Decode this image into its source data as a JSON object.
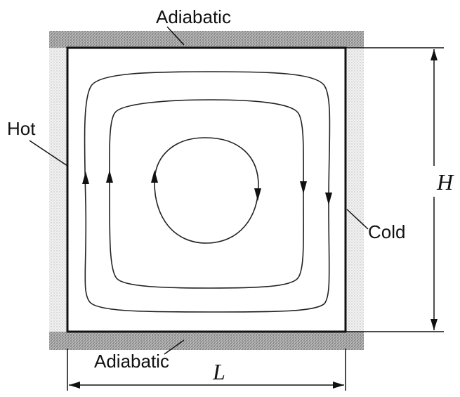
{
  "labels": {
    "top_wall": "Adiabatic",
    "bottom_wall": "Adiabatic",
    "left_wall": "Hot",
    "right_wall": "Cold",
    "height": "H",
    "width": "L"
  },
  "colors": {
    "line": "#111111",
    "insulation": "#9a9a9a"
  }
}
